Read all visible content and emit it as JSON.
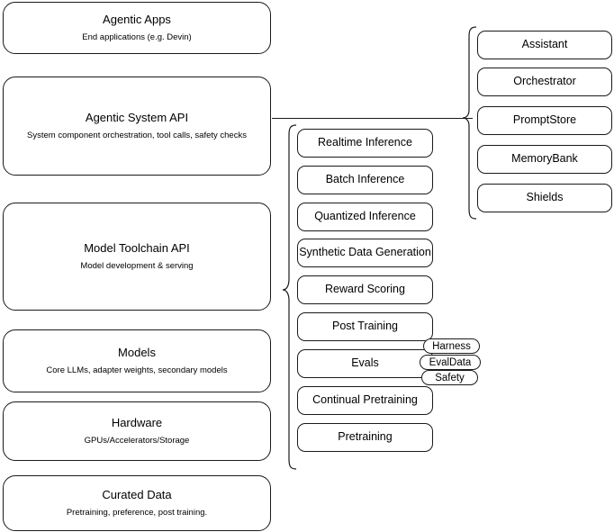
{
  "diagram": {
    "title": "AI Stack Layers Diagram",
    "stroke_color": "#1a1a1a",
    "background_color": "#ffffff"
  },
  "layers": [
    {
      "title": "Agentic Apps",
      "subtitle": "End applications (e.g. Devin)"
    },
    {
      "title": "Agentic System API",
      "subtitle": "System component orchestration, tool calls, safety checks"
    },
    {
      "title": "Model Toolchain API",
      "subtitle": "Model development & serving"
    },
    {
      "title": "Models",
      "subtitle": "Core LLMs, adapter weights, secondary models"
    },
    {
      "title": "Hardware",
      "subtitle": "GPUs/Accelerators/Storage"
    },
    {
      "title": "Curated Data",
      "subtitle": "Pretraining, preference, post training."
    }
  ],
  "toolchain_components": [
    {
      "label": "Realtime Inference"
    },
    {
      "label": "Batch Inference"
    },
    {
      "label": "Quantized Inference"
    },
    {
      "label": "Synthetic Data Generation"
    },
    {
      "label": "Reward Scoring"
    },
    {
      "label": "Post Training"
    },
    {
      "label": "Evals"
    },
    {
      "label": "Continual Pretraining"
    },
    {
      "label": "Pretraining"
    }
  ],
  "system_components": [
    {
      "label": "Assistant"
    },
    {
      "label": "Orchestrator"
    },
    {
      "label": "PromptStore"
    },
    {
      "label": "MemoryBank"
    },
    {
      "label": "Shields"
    }
  ],
  "eval_tags": [
    {
      "label": "Harness"
    },
    {
      "label": "EvalData"
    },
    {
      "label": "Safety"
    }
  ]
}
